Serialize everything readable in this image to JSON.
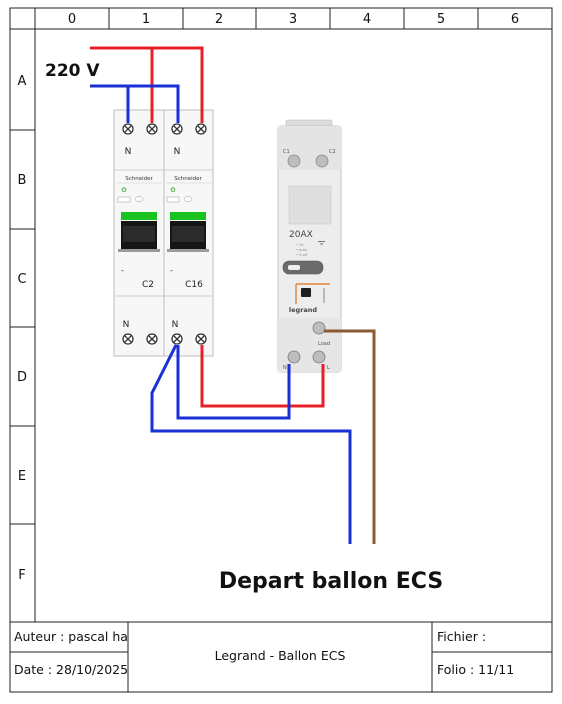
{
  "grid": {
    "columns": [
      "0",
      "1",
      "2",
      "3",
      "4",
      "5",
      "6"
    ],
    "rows": [
      "A",
      "B",
      "C",
      "D",
      "E",
      "F"
    ]
  },
  "supply": {
    "voltage_label": "220 V"
  },
  "breaker_1": {
    "top_neutral_label": "N",
    "brand": "Schneider",
    "rating": "C2",
    "bottom_neutral_label": "N",
    "dash": "-"
  },
  "breaker_2": {
    "top_neutral_label": "N",
    "brand": "Schneider",
    "rating": "C16",
    "bottom_neutral_label": "N",
    "dash": "-"
  },
  "contactor": {
    "model": "20AX",
    "brand": "legrand",
    "top_left_terminal": "C1",
    "top_right_terminal": "C2",
    "bottom_left_terminal": "N",
    "bottom_right_terminal": "L",
    "load_label": "Load"
  },
  "output_label": "Depart ballon ECS",
  "title_block": {
    "author": "Auteur : pascal ha",
    "date": "Date : 28/10/2025",
    "title": "Legrand - Ballon ECS",
    "file": "Fichier :",
    "folio": "Folio : 11/11"
  },
  "colors": {
    "phase": "#e8202a",
    "neutral": "#1a2fd6",
    "load": "#8a5a32",
    "breaker_green": "#19c21e"
  }
}
